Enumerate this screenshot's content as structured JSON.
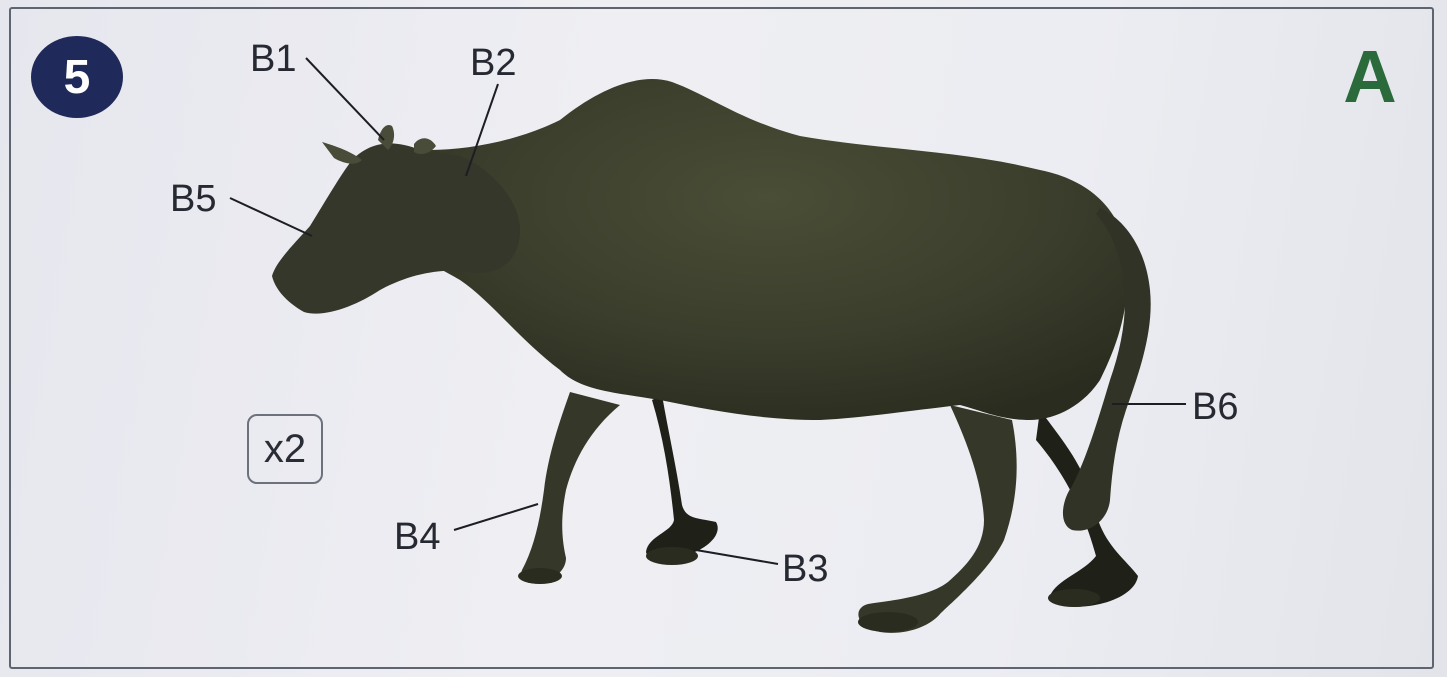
{
  "step": {
    "number": "5"
  },
  "section": {
    "letter": "A"
  },
  "quantity": {
    "label": "x2"
  },
  "figure": {
    "subject": "cow"
  },
  "callouts": [
    {
      "id": "b1",
      "label": "B1"
    },
    {
      "id": "b2",
      "label": "B2"
    },
    {
      "id": "b5",
      "label": "B5"
    },
    {
      "id": "b6",
      "label": "B6"
    },
    {
      "id": "b4",
      "label": "B4"
    },
    {
      "id": "b3",
      "label": "B3"
    }
  ],
  "colors": {
    "badge": "#1f2a5a",
    "section_letter": "#2b6b3b",
    "model": "#3b3f2c",
    "paper": "#ececf1"
  }
}
